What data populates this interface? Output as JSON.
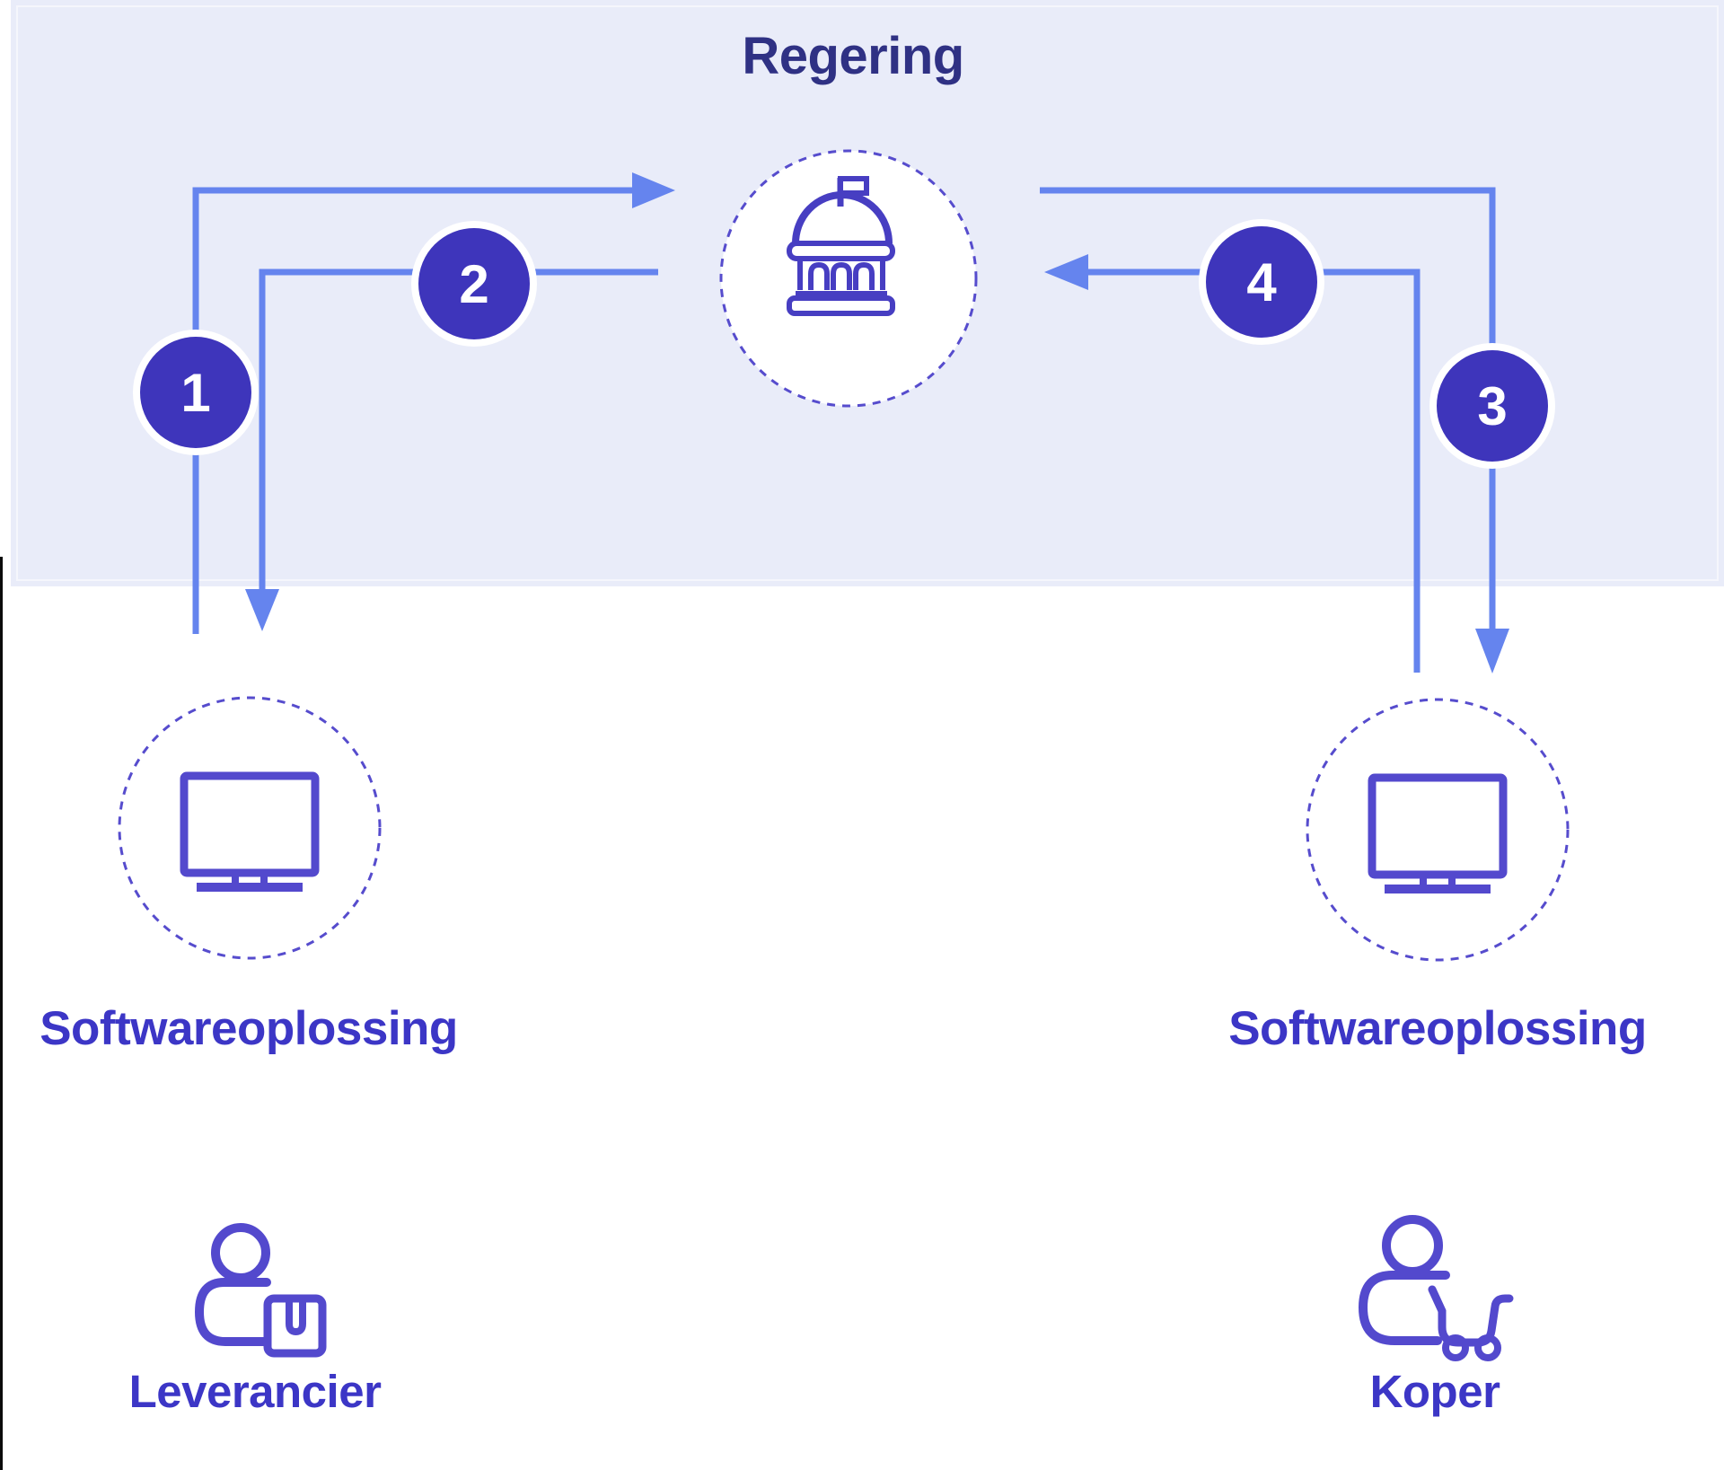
{
  "diagram": {
    "colors": {
      "page": "#ffffff",
      "band": "#e9ecf9",
      "arrow": "#6584ee",
      "badge": "#3e35bb",
      "badge_text": "#ffffff",
      "node_stroke": "#564ccd",
      "icon_stroke": "#5349cd",
      "capitol_stroke": "#473ec2",
      "title_text": "#2f3184",
      "label_text": "#3c36c6"
    },
    "nodes": {
      "government": {
        "label": "Regering",
        "icon": "government-building-icon"
      },
      "software_left": {
        "label": "Softwareoplossing",
        "icon": "computer-monitor-icon"
      },
      "software_right": {
        "label": "Softwareoplossing",
        "icon": "computer-monitor-icon"
      },
      "supplier": {
        "label": "Leverancier",
        "icon": "person-with-package-icon"
      },
      "buyer": {
        "label": "Koper",
        "icon": "person-with-cart-icon"
      }
    },
    "steps": [
      {
        "number": "1",
        "from": "software_left",
        "to": "government"
      },
      {
        "number": "2",
        "from": "government",
        "to": "software_left"
      },
      {
        "number": "3",
        "from": "government",
        "to": "software_right"
      },
      {
        "number": "4",
        "from": "software_right",
        "to": "government"
      }
    ]
  }
}
